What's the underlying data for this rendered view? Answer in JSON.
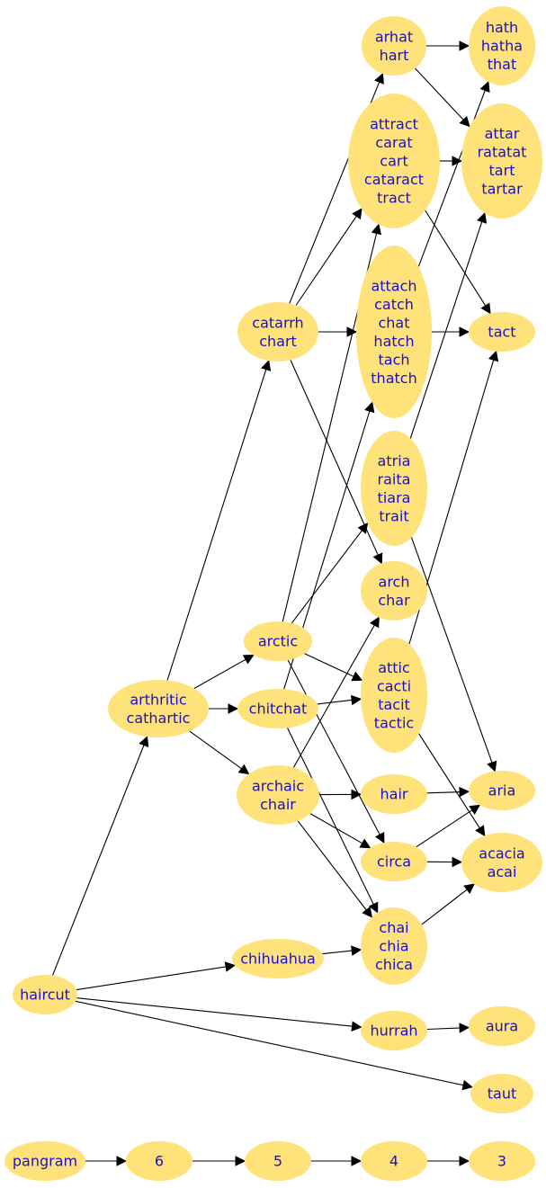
{
  "nodes": [
    {
      "id": "haircut",
      "lines": [
        "haircut"
      ]
    },
    {
      "id": "arthritic",
      "lines": [
        "arthritic",
        "cathartic"
      ]
    },
    {
      "id": "chihuahua",
      "lines": [
        "chihuahua"
      ]
    },
    {
      "id": "hurrah",
      "lines": [
        "hurrah"
      ]
    },
    {
      "id": "taut",
      "lines": [
        "taut"
      ]
    },
    {
      "id": "catarrh",
      "lines": [
        "catarrh",
        "chart"
      ]
    },
    {
      "id": "arctic",
      "lines": [
        "arctic"
      ]
    },
    {
      "id": "chitchat",
      "lines": [
        "chitchat"
      ]
    },
    {
      "id": "archaic",
      "lines": [
        "archaic",
        "chair"
      ]
    },
    {
      "id": "arhat",
      "lines": [
        "arhat",
        "hart"
      ]
    },
    {
      "id": "attract",
      "lines": [
        "attract",
        "carat",
        "cart",
        "cataract",
        "tract"
      ]
    },
    {
      "id": "attach",
      "lines": [
        "attach",
        "catch",
        "chat",
        "hatch",
        "tach",
        "thatch"
      ]
    },
    {
      "id": "atria",
      "lines": [
        "atria",
        "raita",
        "tiara",
        "trait"
      ]
    },
    {
      "id": "arch",
      "lines": [
        "arch",
        "char"
      ]
    },
    {
      "id": "attic",
      "lines": [
        "attic",
        "cacti",
        "tacit",
        "tactic"
      ]
    },
    {
      "id": "hair",
      "lines": [
        "hair"
      ]
    },
    {
      "id": "circa",
      "lines": [
        "circa"
      ]
    },
    {
      "id": "chai",
      "lines": [
        "chai",
        "chia",
        "chica"
      ]
    },
    {
      "id": "hath",
      "lines": [
        "hath",
        "hatha",
        "that"
      ]
    },
    {
      "id": "attar",
      "lines": [
        "attar",
        "ratatat",
        "tart",
        "tartar"
      ]
    },
    {
      "id": "tact",
      "lines": [
        "tact"
      ]
    },
    {
      "id": "aria",
      "lines": [
        "aria"
      ]
    },
    {
      "id": "acacia",
      "lines": [
        "acacia",
        "acai"
      ]
    },
    {
      "id": "aura",
      "lines": [
        "aura"
      ]
    },
    {
      "id": "pangram",
      "lines": [
        "pangram"
      ]
    },
    {
      "id": "n6",
      "lines": [
        "6"
      ]
    },
    {
      "id": "n5",
      "lines": [
        "5"
      ]
    },
    {
      "id": "n4",
      "lines": [
        "4"
      ]
    },
    {
      "id": "n3",
      "lines": [
        "3"
      ]
    }
  ],
  "edges": [
    [
      "haircut",
      "arthritic"
    ],
    [
      "haircut",
      "chihuahua"
    ],
    [
      "haircut",
      "hurrah"
    ],
    [
      "haircut",
      "taut"
    ],
    [
      "arthritic",
      "catarrh"
    ],
    [
      "arthritic",
      "arctic"
    ],
    [
      "arthritic",
      "chitchat"
    ],
    [
      "arthritic",
      "archaic"
    ],
    [
      "chihuahua",
      "chai"
    ],
    [
      "hurrah",
      "aura"
    ],
    [
      "catarrh",
      "arhat"
    ],
    [
      "catarrh",
      "attract"
    ],
    [
      "catarrh",
      "attach"
    ],
    [
      "catarrh",
      "arch"
    ],
    [
      "arctic",
      "attract"
    ],
    [
      "arctic",
      "atria"
    ],
    [
      "arctic",
      "attic"
    ],
    [
      "arctic",
      "circa"
    ],
    [
      "chitchat",
      "attach"
    ],
    [
      "chitchat",
      "attic"
    ],
    [
      "chitchat",
      "chai"
    ],
    [
      "archaic",
      "arch"
    ],
    [
      "archaic",
      "hair"
    ],
    [
      "archaic",
      "circa"
    ],
    [
      "archaic",
      "chai"
    ],
    [
      "arhat",
      "hath"
    ],
    [
      "arhat",
      "attar"
    ],
    [
      "attract",
      "attar"
    ],
    [
      "attract",
      "tact"
    ],
    [
      "attach",
      "hath"
    ],
    [
      "attach",
      "tact"
    ],
    [
      "atria",
      "attar"
    ],
    [
      "atria",
      "aria"
    ],
    [
      "attic",
      "tact"
    ],
    [
      "attic",
      "acacia"
    ],
    [
      "hair",
      "aria"
    ],
    [
      "circa",
      "aria"
    ],
    [
      "circa",
      "acacia"
    ],
    [
      "chai",
      "acacia"
    ],
    [
      "pangram",
      "n6"
    ],
    [
      "n6",
      "n5"
    ],
    [
      "n5",
      "n4"
    ],
    [
      "n4",
      "n3"
    ]
  ]
}
